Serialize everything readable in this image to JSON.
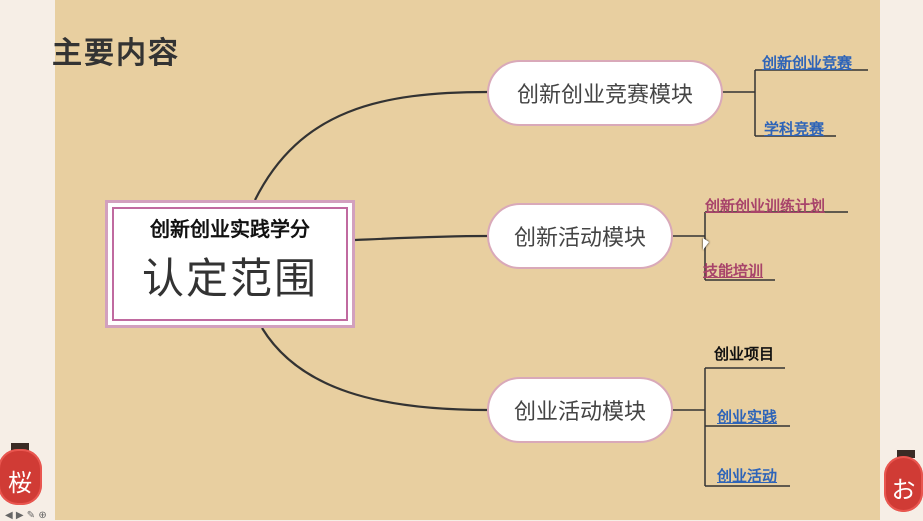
{
  "slide": {
    "title": "主要内容"
  },
  "central": {
    "line1": "创新创业实践学分",
    "line2": "认定范围"
  },
  "modules": [
    {
      "label": "创新创业竞赛模块",
      "leaves": [
        "创新创业竞赛",
        "学科竞赛"
      ]
    },
    {
      "label": "创新活动模块",
      "leaves": [
        "创新创业训练计划",
        "技能培训"
      ]
    },
    {
      "label": "创业活动模块",
      "leaves": [
        "创业项目",
        "创业实践",
        "创业活动"
      ]
    }
  ],
  "lanterns": {
    "left": "桜",
    "right": "お"
  },
  "colors": {
    "slide_bg": "#e8cfa0",
    "link_blue": "#2e64b8",
    "link_pink": "#a8446a",
    "lantern_red": "#d03b35"
  }
}
